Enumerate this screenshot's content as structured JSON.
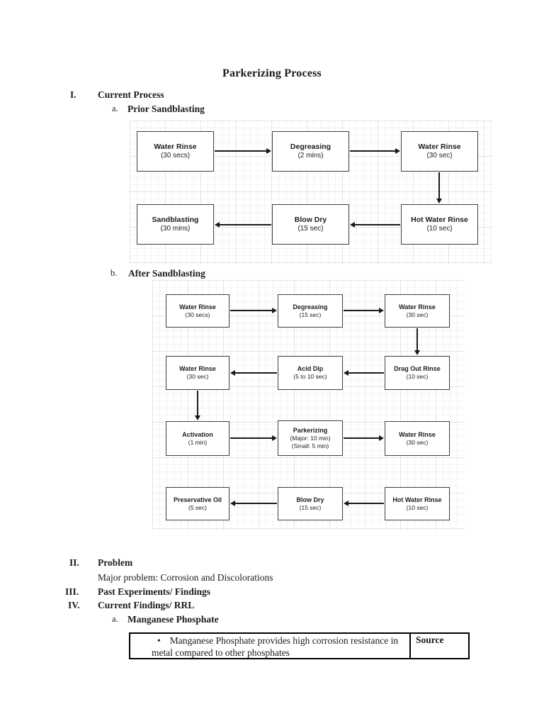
{
  "doc": {
    "title": "Parkerizing Process"
  },
  "outline": {
    "i": {
      "num": "I.",
      "label": "Current Process"
    },
    "a1": {
      "num": "a.",
      "label": "Prior Sandblasting"
    },
    "b1": {
      "num": "b.",
      "label": "After Sandblasting"
    },
    "ii": {
      "num": "II.",
      "label": "Problem",
      "body": "Major problem: Corrosion and Discolorations"
    },
    "iii": {
      "num": "III.",
      "label": "Past Experiments/ Findings"
    },
    "iv": {
      "num": "IV.",
      "label": "Current Findings/ RRL"
    },
    "a2": {
      "num": "a.",
      "label": "Manganese Phosphate"
    }
  },
  "flow_prior": {
    "rows": [
      [
        {
          "title": "Water Rinse",
          "sub": "(30 secs)"
        },
        {
          "title": "Degreasing",
          "sub": "(2 mins)"
        },
        {
          "title": "Water Rinse",
          "sub": "(30 sec)"
        }
      ],
      [
        {
          "title": "Sandblasting",
          "sub": "(30 mins)"
        },
        {
          "title": "Blow Dry",
          "sub": "(15 sec)"
        },
        {
          "title": "Hot Water Rinse",
          "sub": "(10 sec)"
        }
      ]
    ]
  },
  "flow_after": {
    "rows": [
      [
        {
          "title": "Water Rinse",
          "sub": "(30 secs)"
        },
        {
          "title": "Degreasing",
          "sub": "(15 sec)"
        },
        {
          "title": "Water Rinse",
          "sub": "(30 sec)"
        }
      ],
      [
        {
          "title": "Water Rinse",
          "sub": "(30 sec)"
        },
        {
          "title": "Acid Dip",
          "sub": "(5 to 10 sec)"
        },
        {
          "title": "Drag Out Rinse",
          "sub": "(10 sec)"
        }
      ],
      [
        {
          "title": "Activation",
          "sub": "(1 min)"
        },
        {
          "title": "Parkerizing",
          "sub": "(Major: 10 min)",
          "sub2": "(Small: 5 min)"
        },
        {
          "title": "Water Rinse",
          "sub": "(30 sec)"
        }
      ],
      [
        {
          "title": "Preservative Oil",
          "sub": "(5 sec)"
        },
        {
          "title": "Blow Dry",
          "sub": "(15 sec)"
        },
        {
          "title": "Hot Water Rinse",
          "sub": "(10 sec)"
        }
      ]
    ]
  },
  "findings_table": {
    "bullet": "•",
    "finding": "Manganese Phosphate provides high corrosion resistance in metal compared to other phosphates",
    "source_header": "Source"
  },
  "colors": {
    "node_border": "#3f3f3f",
    "arrow": "#1a1a1a",
    "grid_minor": "#f3f3f3",
    "grid_major": "#e4e4e4",
    "table_border": "#000000",
    "text": "#1b1b1b"
  }
}
